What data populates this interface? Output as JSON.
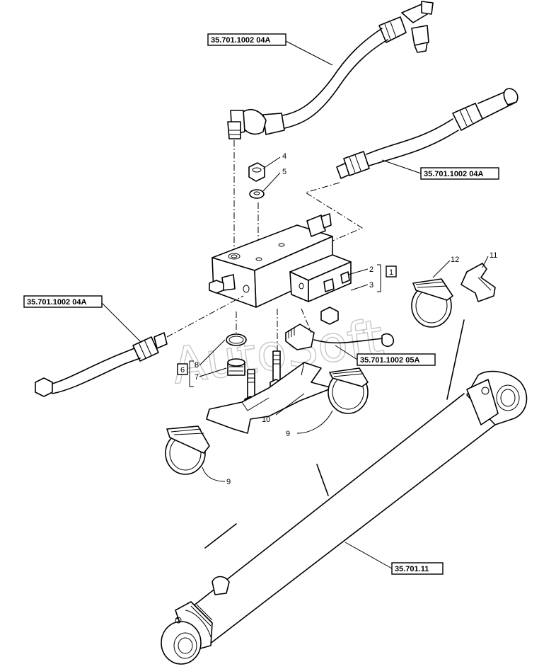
{
  "references": {
    "hose_top": "35.701.1002 04A",
    "hose_right": "35.701.1002 04A",
    "hose_left": "35.701.1002 04A",
    "harness": "35.701.1002 05A",
    "cylinder": "35.701.11"
  },
  "callouts": {
    "nut": "4",
    "washer": "5",
    "solenoid_a": "2",
    "solenoid_b": "3",
    "group_valve": "1",
    "seal_ring": "8",
    "plug": "7",
    "group_plug": "6",
    "support_plate": "10",
    "clamp_mid": "9",
    "clamp_low": "9",
    "clamp_top": "12",
    "bracket": "11"
  },
  "watermark": "AutoSoft"
}
